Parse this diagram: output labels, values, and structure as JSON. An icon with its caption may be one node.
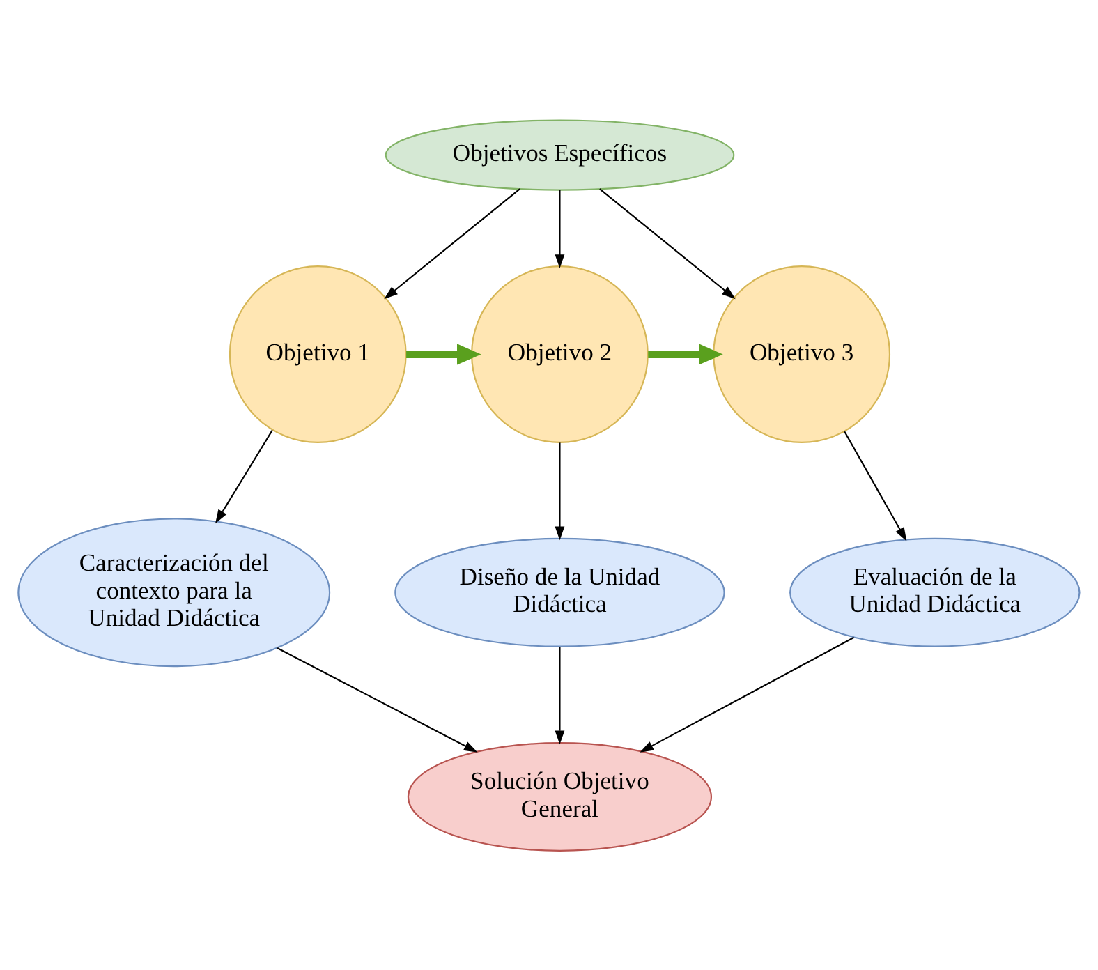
{
  "diagram": {
    "nodes": [
      {
        "text": [
          "Objetivos Específicos"
        ]
      },
      {
        "text": [
          "Objetivo 1"
        ]
      },
      {
        "text": [
          "Objetivo 2"
        ]
      },
      {
        "text": [
          "Objetivo 3"
        ]
      },
      {
        "text": [
          "Caracterización del contexto para la Unidad Didáctica"
        ]
      },
      {
        "text": [
          "Diseño de la Unidad Didáctica"
        ]
      },
      {
        "text": [
          "Evaluación de la Unidad Didáctica"
        ]
      },
      {
        "text": [
          "Solución Objetivo General"
        ]
      }
    ],
    "edges": [
      {
        "from": 0,
        "to": 1,
        "arrow": "to"
      },
      {
        "from": 0,
        "to": 2,
        "arrow": "to"
      },
      {
        "from": 0,
        "to": 3,
        "arrow": "to"
      },
      {
        "from": 1,
        "to": 2,
        "arrow": "to",
        "style": "thick",
        "color": "#5aa01e"
      },
      {
        "from": 2,
        "to": 3,
        "arrow": "to",
        "style": "thick",
        "color": "#5aa01e"
      },
      {
        "from": 1,
        "to": 4,
        "arrow": "to"
      },
      {
        "from": 2,
        "to": 5,
        "arrow": "to"
      },
      {
        "from": 3,
        "to": 6,
        "arrow": "to"
      },
      {
        "from": 4,
        "to": 7,
        "arrow": "to"
      },
      {
        "from": 5,
        "to": 7,
        "arrow": "to"
      },
      {
        "from": 6,
        "to": 7,
        "arrow": "to"
      }
    ]
  }
}
